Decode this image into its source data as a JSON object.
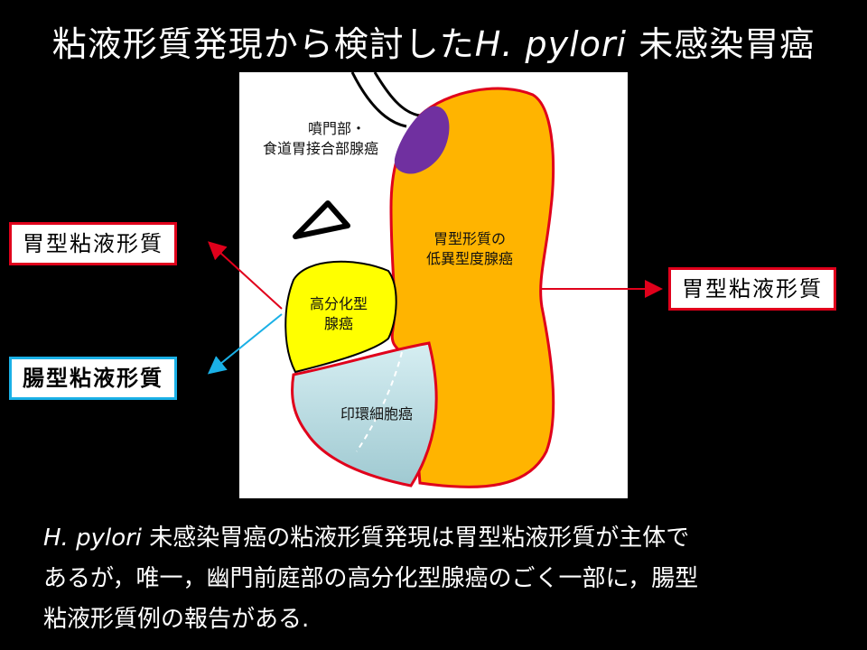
{
  "title": {
    "prefix": "粘液形質発現から検討した",
    "italic": "H. pylori",
    "suffix": " 未感染胃癌"
  },
  "diagram": {
    "labels": {
      "cardia_line1": "噴門部・",
      "cardia_line2": "食道胃接合部腺癌",
      "gastric_line1": "胃型形質の",
      "gastric_line2": "低異型度腺癌",
      "welldiff_line1": "高分化型",
      "welldiff_line2": "腺癌",
      "signet": "印環細胞癌"
    },
    "colors": {
      "stomach": "#ffb400",
      "outline": "#e0001b",
      "cardia": "#7030a0",
      "well_diff": "#ffff00",
      "signet": "#b7dde4",
      "arrow_red": "#e0001b",
      "arrow_blue": "#1ab0e6"
    }
  },
  "callouts": {
    "left_top": "胃型粘液形質",
    "left_bottom": "腸型粘液形質",
    "right": "胃型粘液形質"
  },
  "caption": {
    "italic": "H. pylori",
    "line1_rest": " 未感染胃癌の粘液形質発現は胃型粘液形質が主体で",
    "line2": "あるが，唯一，幽門前庭部の高分化型腺癌のごく一部に，腸型",
    "line3": "粘液形質例の報告がある."
  }
}
